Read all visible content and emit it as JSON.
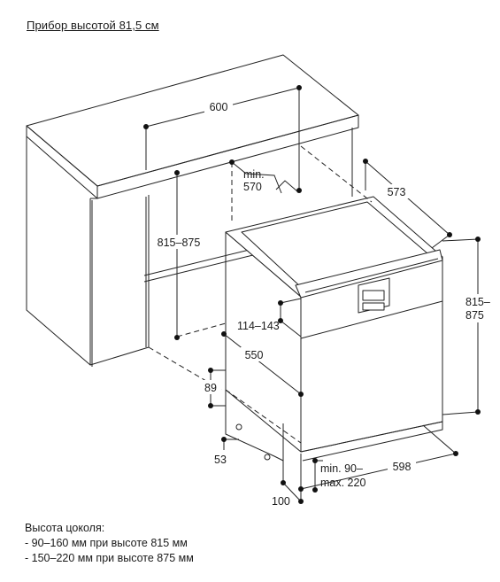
{
  "title": "Прибор высотой 81,5 см",
  "dimensions": {
    "width_600": "600",
    "min_label": "min.",
    "min_570": "570",
    "depth_573": "573",
    "height_left": "815–875",
    "height_right_top": "815–",
    "height_right_bottom": "875",
    "panel_114_143": "114–143",
    "depth_550": "550",
    "toe_89": "89",
    "toe_53": "53",
    "plinth_min": "min. 90–",
    "plinth_max": "max. 220",
    "width_598": "598",
    "foot_100": "100"
  },
  "notes": {
    "heading": "Высота цоколя:",
    "items": [
      "- 90–160 мм при высоте 815 мм",
      "- 150–220 мм при высоте 875 мм"
    ]
  }
}
